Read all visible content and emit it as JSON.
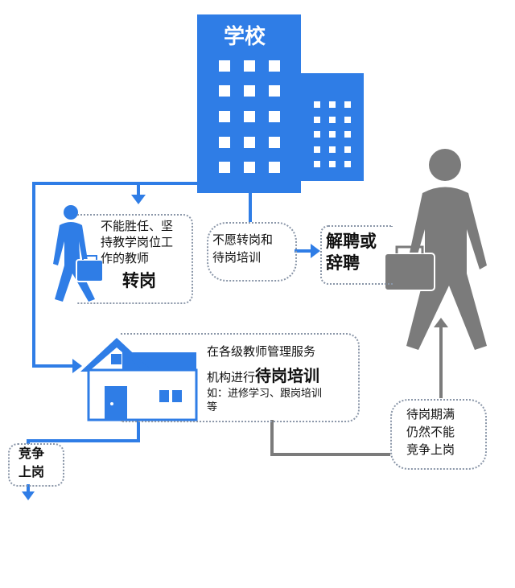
{
  "colors": {
    "blue": "#2f7de6",
    "gray": "#7b7b7b"
  },
  "school": {
    "title": "学校"
  },
  "transfer": {
    "line1": "不能胜任、坚",
    "line2": "持教学岗位工",
    "line3": "作的教师",
    "action": "转岗"
  },
  "refuse": {
    "line1": "不愿转岗和",
    "line2": "待岗培训"
  },
  "dismiss": {
    "line1": "解聘或",
    "line2": "辞聘"
  },
  "training": {
    "line1": "在各级教师管理服务",
    "line2_prefix": "机构进行",
    "line2_bold": "待岗培训",
    "line3": "如：进修学习、跟岗培训",
    "line4": "等"
  },
  "expired": {
    "line1": "待岗期满",
    "line2": "仍然不能",
    "line3": "竞争上岗"
  },
  "compete": {
    "line1": "竞争",
    "line2": "上岗"
  }
}
